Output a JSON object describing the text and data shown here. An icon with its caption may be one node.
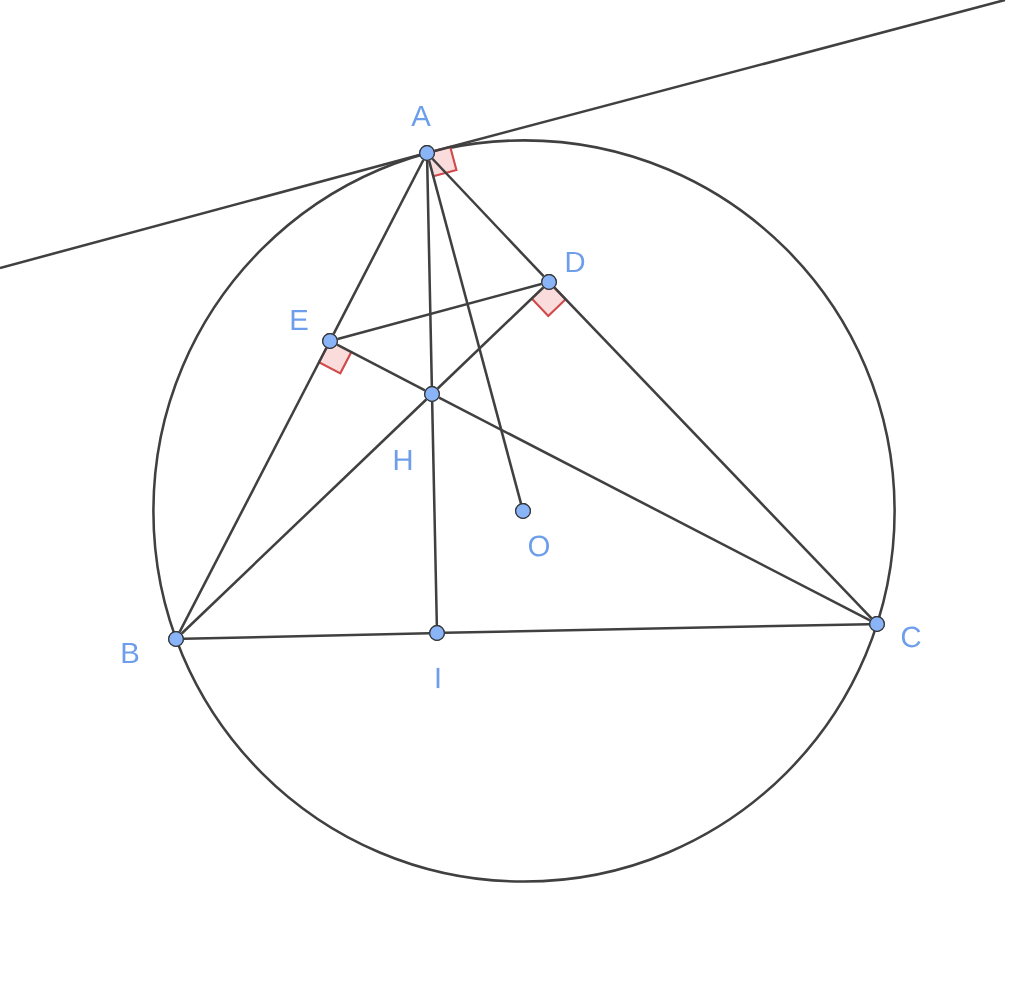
{
  "diagram": {
    "nodes": [
      {
        "text": [],
        "shape": "circle",
        "beside": [
          "A"
        ]
      },
      {
        "text": [],
        "shape": "circle",
        "beside": [
          "B"
        ]
      },
      {
        "text": [],
        "shape": "circle",
        "beside": [
          "C"
        ]
      },
      {
        "text": [],
        "shape": "circle",
        "beside": [
          "D"
        ]
      },
      {
        "text": [],
        "shape": "circle",
        "beside": [
          "E"
        ]
      },
      {
        "text": [],
        "shape": "circle",
        "beside": [
          "H"
        ]
      },
      {
        "text": [],
        "shape": "circle",
        "beside": [
          "I"
        ]
      },
      {
        "text": [],
        "shape": "circle",
        "beside": [
          "O"
        ]
      }
    ],
    "edges": [
      {
        "from": null,
        "to": 0,
        "arrow": "none"
      },
      {
        "from": 0,
        "to": null,
        "arrow": "none"
      },
      {
        "from": 0,
        "to": 4,
        "arrow": "none"
      },
      {
        "from": 4,
        "to": 1,
        "arrow": "none"
      },
      {
        "from": 0,
        "to": 3,
        "arrow": "none"
      },
      {
        "from": 3,
        "to": 2,
        "arrow": "none"
      },
      {
        "from": 1,
        "to": 6,
        "arrow": "none"
      },
      {
        "from": 6,
        "to": 2,
        "arrow": "none"
      },
      {
        "from": 0,
        "to": 5,
        "arrow": "none"
      },
      {
        "from": 5,
        "to": 6,
        "arrow": "none"
      },
      {
        "from": 1,
        "to": 5,
        "arrow": "none"
      },
      {
        "from": 5,
        "to": 3,
        "arrow": "none"
      },
      {
        "from": 2,
        "to": 5,
        "arrow": "none"
      },
      {
        "from": 5,
        "to": 4,
        "arrow": "none"
      },
      {
        "from": 4,
        "to": 3,
        "arrow": "none"
      },
      {
        "from": 0,
        "to": 7,
        "arrow": "none"
      }
    ]
  }
}
